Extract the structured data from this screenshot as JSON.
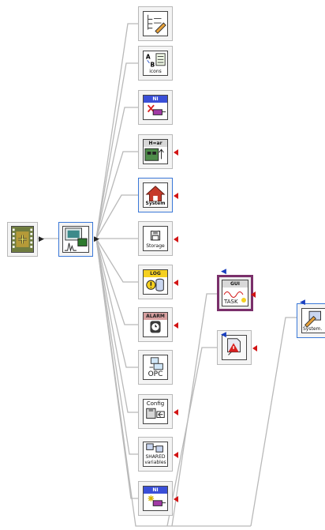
{
  "icons": {
    "launcher": "movie-frames-plus-icon",
    "main": "monitor-waveform-icon",
    "tree_edit": "tree-pencil-icon",
    "icons_list": "ab-list-icon",
    "ni_delete": "ni-delete-array-icon",
    "hardware": "hardware-board-icon",
    "system": "house-system-icon",
    "storage": "floppy-storage-icon",
    "log": "log-database-icon",
    "alarm": "alarm-clock-icon",
    "opc": "opc-computer-icon",
    "config": "config-floppy-icon",
    "shared": "shared-variables-icon",
    "ni_new": "ni-new-array-icon",
    "gui_task": "gui-task-icon",
    "alert": "alert-document-icon",
    "system_call": "system-window-icon"
  },
  "labels": {
    "icons_list": "icons",
    "hardware_header": "H=ar",
    "system": "System",
    "storage": "Storage",
    "log_header": "LOG",
    "alarm_header": "ALARM",
    "opc": "OPC",
    "config_header": "Config",
    "shared_1": "SHARED",
    "shared_2": "variables",
    "ni_header": "NI",
    "gui_header": "GUI",
    "gui_task": "TASK",
    "system_call": "System."
  },
  "colors": {
    "wire": "#b9b9b9",
    "terminal": "#d21414",
    "selection": "#3a78d8",
    "highlight": "#7a2f6a",
    "ni_blue": "#3a4fd8",
    "log_yellow": "#f5d020",
    "alarm_pink": "#d8a0a0"
  }
}
